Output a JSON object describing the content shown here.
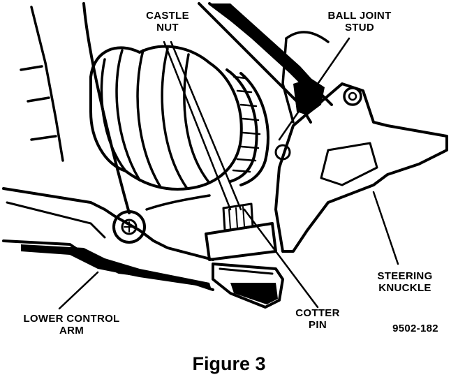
{
  "labels": {
    "castle_nut": [
      "CASTLE",
      "NUT"
    ],
    "ball_joint_stud": [
      "BALL JOINT",
      "STUD"
    ],
    "steering_knuckle": [
      "STEERING",
      "KNUCKLE"
    ],
    "cotter_pin": [
      "COTTER",
      "PIN"
    ],
    "lower_control_arm": [
      "LOWER CONTROL",
      "ARM"
    ],
    "figure_code": "9502-182"
  },
  "caption": "Figure 3"
}
